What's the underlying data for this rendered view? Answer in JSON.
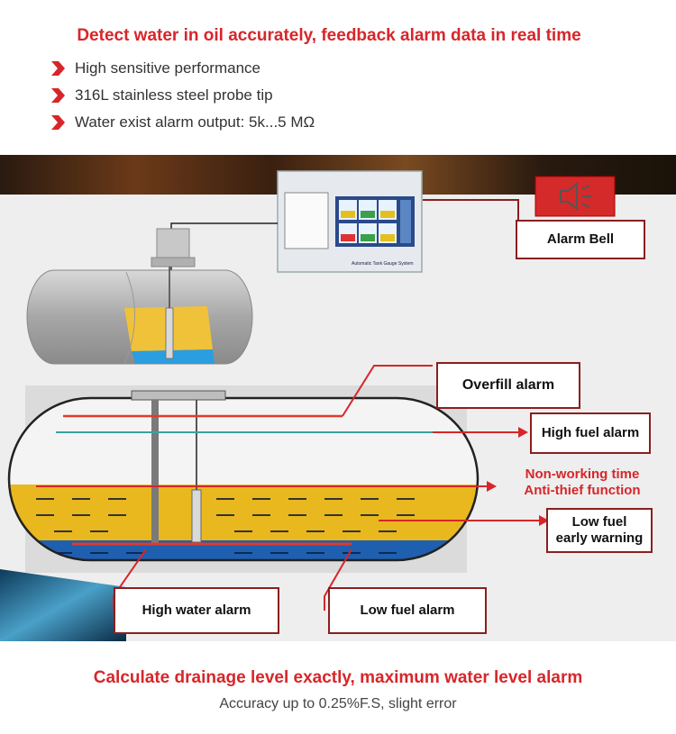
{
  "header": {
    "title": "Detect water in oil accurately, feedback alarm data in real time",
    "bullets": [
      "High sensitive performance",
      "316L stainless steel probe tip",
      "Water exist alarm output: 5k...5 MΩ"
    ]
  },
  "diagram": {
    "console_caption": "Automatic Tank Gauge System",
    "labels": {
      "alarm_bell": "Alarm Bell",
      "overfill": "Overfill alarm",
      "high_fuel": "High fuel alarm",
      "non_working_1": "Non-working time",
      "non_working_2": "Anti-thief function",
      "low_fuel_warn_1": "Low fuel",
      "low_fuel_warn_2": "early warning",
      "high_water": "High water alarm",
      "low_fuel": "Low fuel alarm"
    },
    "colors": {
      "accent_red": "#d7262a",
      "fuel_yellow": "#e8b81e",
      "water_blue": "#1f5fb0"
    }
  },
  "footer": {
    "title": "Calculate drainage level exactly, maximum water level alarm",
    "subtitle": "Accuracy up to 0.25%F.S, slight error"
  }
}
